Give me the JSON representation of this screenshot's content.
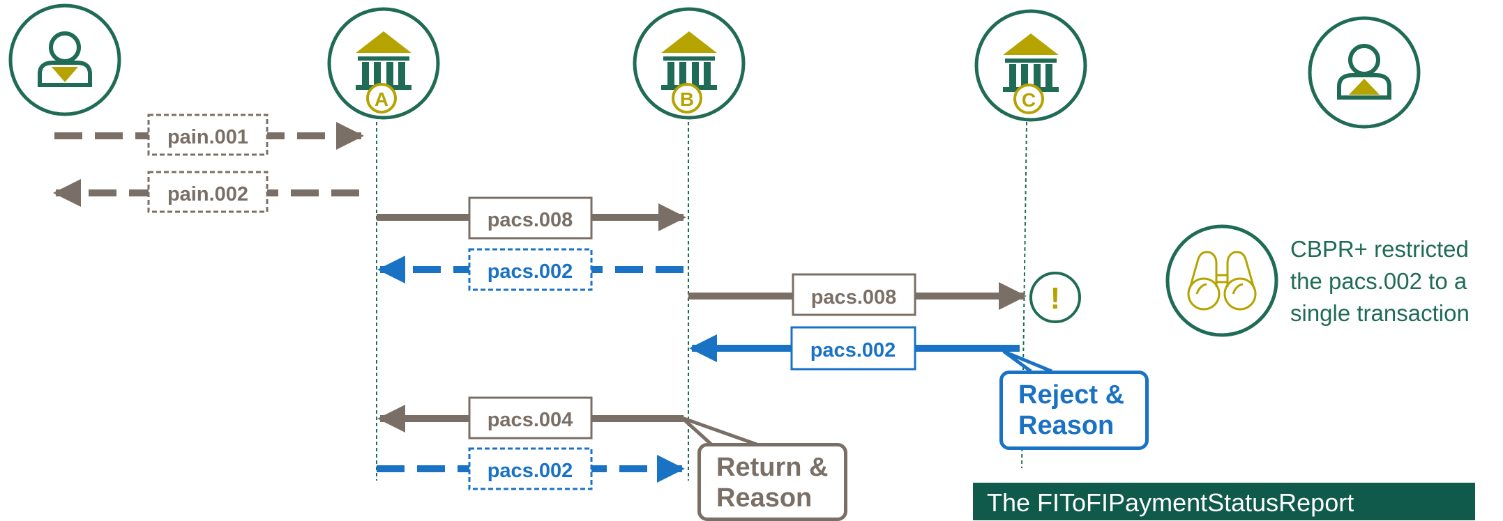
{
  "actors": {
    "bank_a_letter": "A",
    "bank_b_letter": "B",
    "bank_c_letter": "C"
  },
  "messages": {
    "pain001": "pain.001",
    "pain002": "pain.002",
    "pacs008_ab": "pacs.008",
    "pacs002_ba": "pacs.002",
    "pacs008_bc": "pacs.008",
    "pacs002_cb": "pacs.002",
    "pacs004_ba": "pacs.004",
    "pacs002_ab": "pacs.002"
  },
  "alert_symbol": "!",
  "callouts": {
    "reject_line1": "Reject &",
    "reject_line2": "Reason",
    "return_line1": "Return &",
    "return_line2": "Reason"
  },
  "note": {
    "line1": "CBPR+ restricted",
    "line2": "the pacs.002 to a",
    "line3": "single transaction"
  },
  "banner": "The FIToFIPaymentStatusReport",
  "colors": {
    "green": "#1f6b55",
    "gold": "#b5a300",
    "grey": "#7a6f66",
    "blue": "#1a72c4"
  },
  "icons": [
    "debtor-person-icon",
    "bank-icon",
    "creditor-person-icon",
    "binoculars-icon"
  ]
}
